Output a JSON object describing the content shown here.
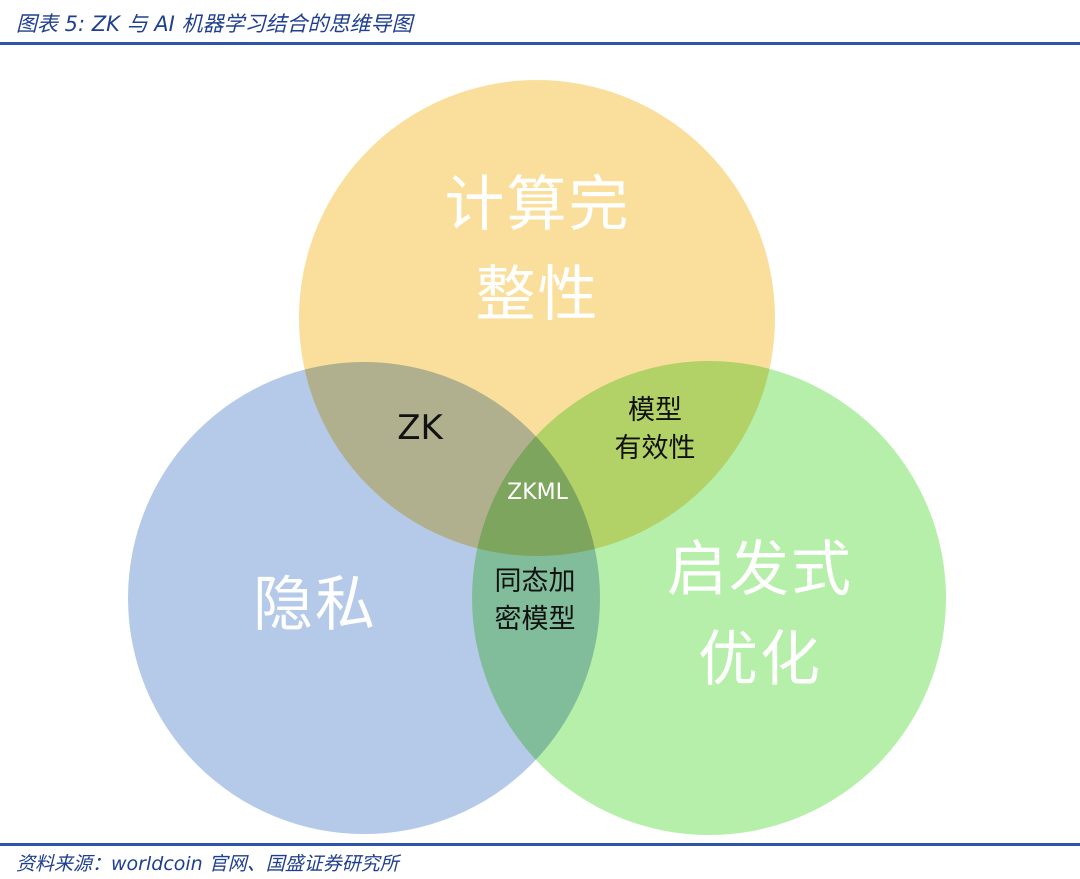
{
  "title": "图表 5:  ZK 与 AI 机器学习结合的思维导图",
  "source": "资料来源：worldcoin 官网、国盛证券研究所",
  "diagram": {
    "circles": [
      {
        "label": "计算完\n整性",
        "color": "#fadf9c"
      },
      {
        "label": "隐私",
        "color": "#b5cae8"
      },
      {
        "label": "启发式\n优化",
        "color": "#b6efa9"
      }
    ],
    "overlaps": {
      "top_left": "ZK",
      "top_right": "模型\n有效性",
      "left_right": "同态加\n密模型",
      "center": "ZKML"
    }
  }
}
